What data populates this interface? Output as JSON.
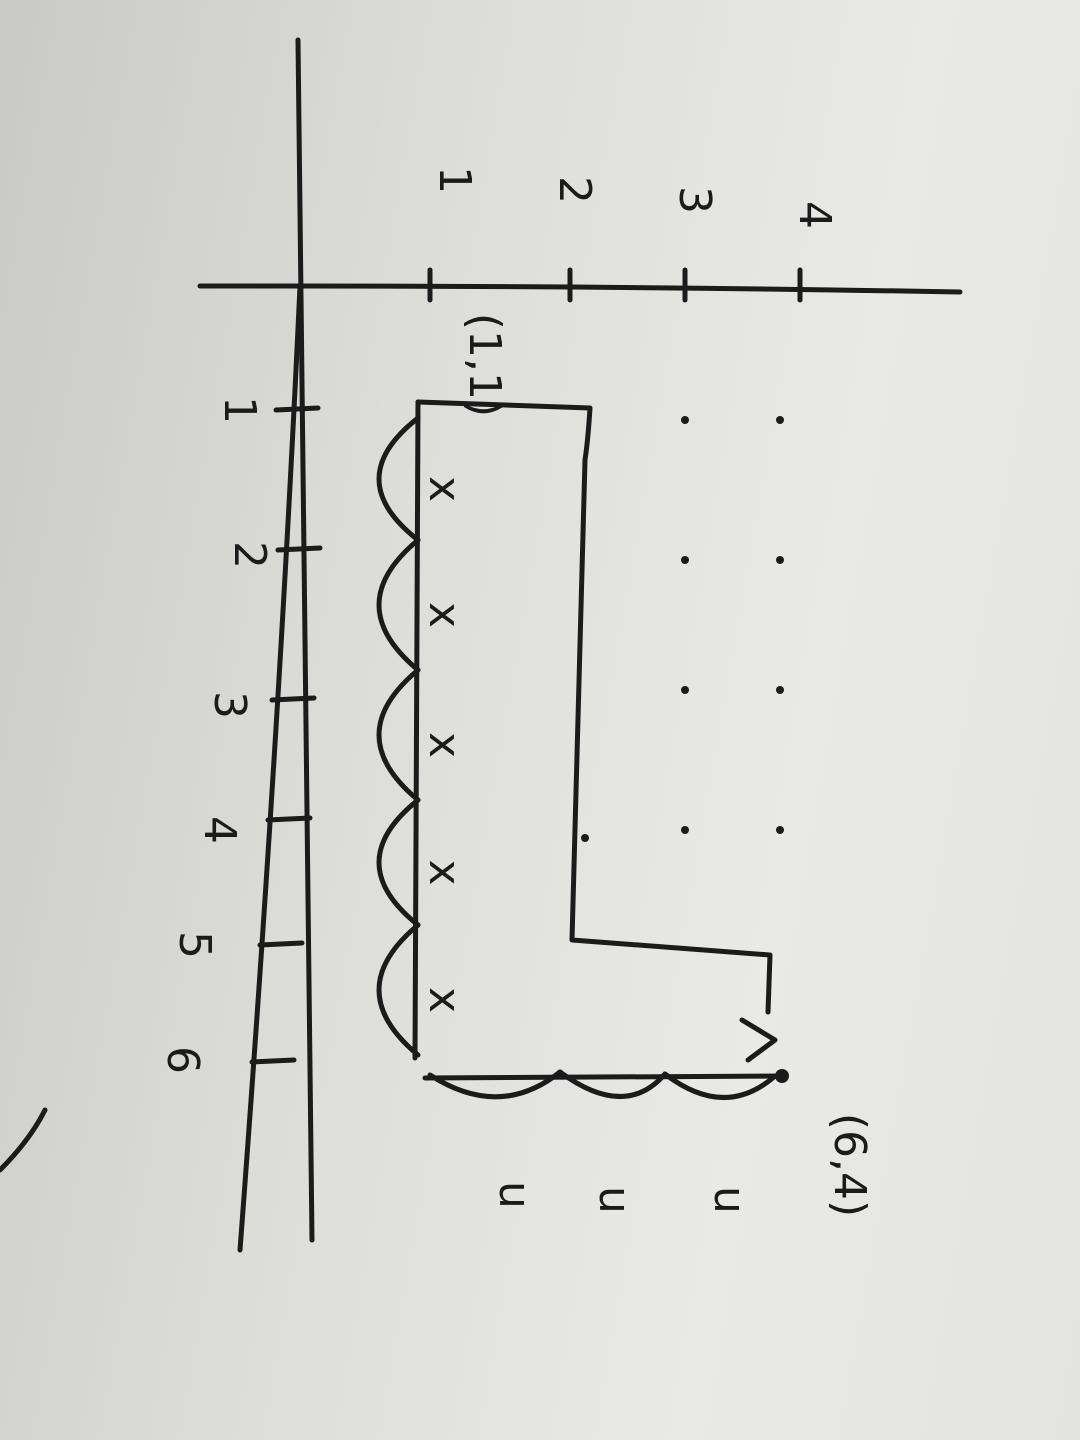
{
  "diagram": {
    "x_tick_labels": [
      "1",
      "2",
      "3",
      "4",
      "5",
      "6"
    ],
    "y_tick_labels": [
      "1",
      "2",
      "3",
      "4"
    ],
    "start_point": {
      "label": "(1,1)",
      "x": 1,
      "y": 1
    },
    "end_point": {
      "label": "(6,4)",
      "x": 6,
      "y": 4
    },
    "path_steps_x": 5,
    "path_steps_y": 3,
    "x_step_marks": [
      "x",
      "x",
      "x",
      "x",
      "x"
    ],
    "y_step_marks": [
      "u",
      "u",
      "u"
    ],
    "ink_color": "#1b1b1b",
    "paper_color": "#e6e6e3"
  }
}
